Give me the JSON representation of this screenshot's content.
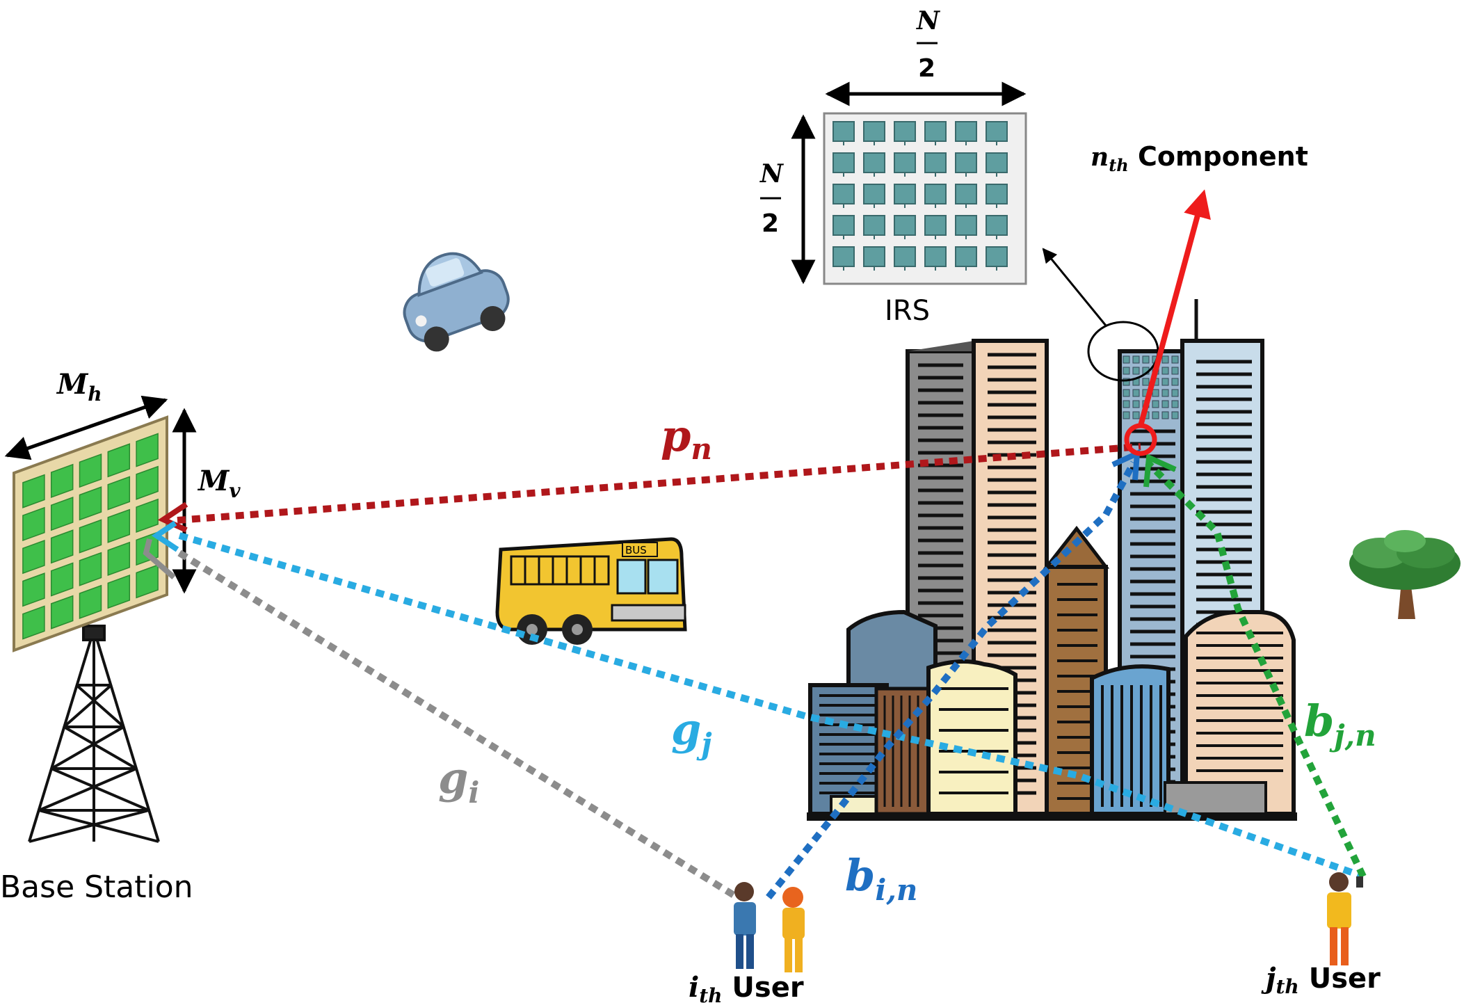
{
  "labels": {
    "base_station": "Base Station",
    "irs": "IRS",
    "nth_component_sub": "n",
    "nth_component_sub2": "th",
    "nth_component_text": " Component",
    "ith_user_main": "i",
    "ith_user_sub": "th",
    "ith_user_text": " User",
    "jth_user_main": "j",
    "jth_user_sub": "th",
    "jth_user_text": " User",
    "mh_main": "M",
    "mh_sub": "h",
    "mv_main": "M",
    "mv_sub": "v",
    "n_num": "N",
    "n_den": "2",
    "n_num_v": "N",
    "n_den_v": "2",
    "bus_sign": "BUS"
  },
  "channels": {
    "p_main": "p",
    "p_sub": "n",
    "gj_main": "g",
    "gj_sub": "j",
    "gi_main": "g",
    "gi_sub": "i",
    "bi_main": "b",
    "bi_sub": "i,n",
    "bj_main": "b",
    "bj_sub": "j,n"
  },
  "colors": {
    "p_link": "#b0171b",
    "gj_link": "#29abe2",
    "gi_link": "#8c8c8c",
    "bi_link": "#1f6fc2",
    "bj_link": "#22a33a",
    "nth_arrow": "#ee1c1c",
    "panel_cell": "#3fbf4a",
    "irs_cell": "#5f9ea0"
  }
}
